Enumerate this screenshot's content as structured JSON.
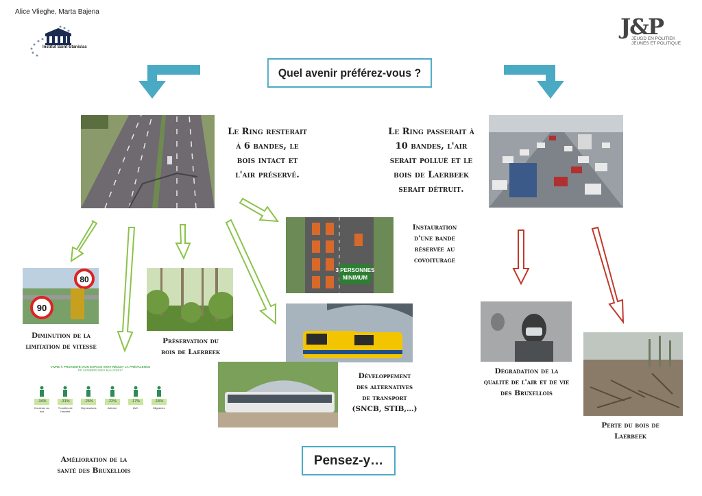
{
  "header": {
    "authors": "Alice Vlieghe, Marta Bajena",
    "school_logo": {
      "icon": "institut-building-logo",
      "name": "Institut Saint-Stanislas"
    },
    "org_logo": {
      "icon": "jp-logo",
      "mark": "J&P",
      "line1": "JEUGD EN POLITIEK",
      "line2": "JEUNES ET POLITIQUE"
    }
  },
  "title": "Quel avenir préférez-vous ?",
  "left_scenario": {
    "text_lines": [
      "Le Ring resterait",
      "à 6 bandes, le",
      "bois intact et",
      "l'air préservé."
    ],
    "photo": "highway-6-lanes-photo"
  },
  "right_scenario": {
    "text_lines": [
      "Le Ring passerait à",
      "10 bandes, l'air",
      "serait pollué et le",
      "bois de Laerbeek",
      "serait détruit."
    ],
    "photo": "traffic-jam-photo"
  },
  "outcomes": {
    "speed": {
      "lines": [
        "Diminution de la",
        "limitation de vitesse"
      ],
      "sign_value": "80",
      "sign_value_2": "90"
    },
    "forest": {
      "lines": [
        "Préservation du",
        "bois de Laerbeek"
      ]
    },
    "health": {
      "lines": [
        "Amélioration de la",
        "santé des Bruxellois"
      ],
      "infographic_title": "VIVRE À PROXIMITÉ D'UN ESPACE VERT RÉDUIT LA PRÉVALENCE",
      "infographic_subtitle": "DE NOMBREUSES MALADIES*",
      "stats": [
        {
          "value": "-34%",
          "label": "Douleurs au dos"
        },
        {
          "value": "-31%",
          "label": "Troubles de l'anxiété"
        },
        {
          "value": "-25%",
          "label": "Dépressions"
        },
        {
          "value": "-22%",
          "label": "Asthme"
        },
        {
          "value": "-17%",
          "label": "AVC"
        },
        {
          "value": "-15%",
          "label": "Migraines"
        }
      ]
    },
    "carpool": {
      "lines": [
        "Instauration",
        "d'une bande",
        "réservée au",
        "covoiturage"
      ],
      "sign": [
        "3 PERSONNES",
        "MINIMUM"
      ]
    },
    "transport": {
      "lines": [
        "Développement",
        "des alternatives",
        "de transport",
        "(SNCB, STIB,…)"
      ]
    },
    "air": {
      "lines": [
        "Dégradation de la",
        "qualité de l'air et de vie",
        "des Bruxellois"
      ]
    },
    "forest_loss": {
      "lines": [
        "Perte du bois de",
        "Laerbeek"
      ]
    }
  },
  "footer": {
    "label": "Pensez-y…"
  },
  "colors": {
    "blue_arrow": "#4aaac4",
    "green_arrow": "#8bc34a",
    "red_arrow": "#c0392b",
    "box_border": "#4aaac4"
  }
}
